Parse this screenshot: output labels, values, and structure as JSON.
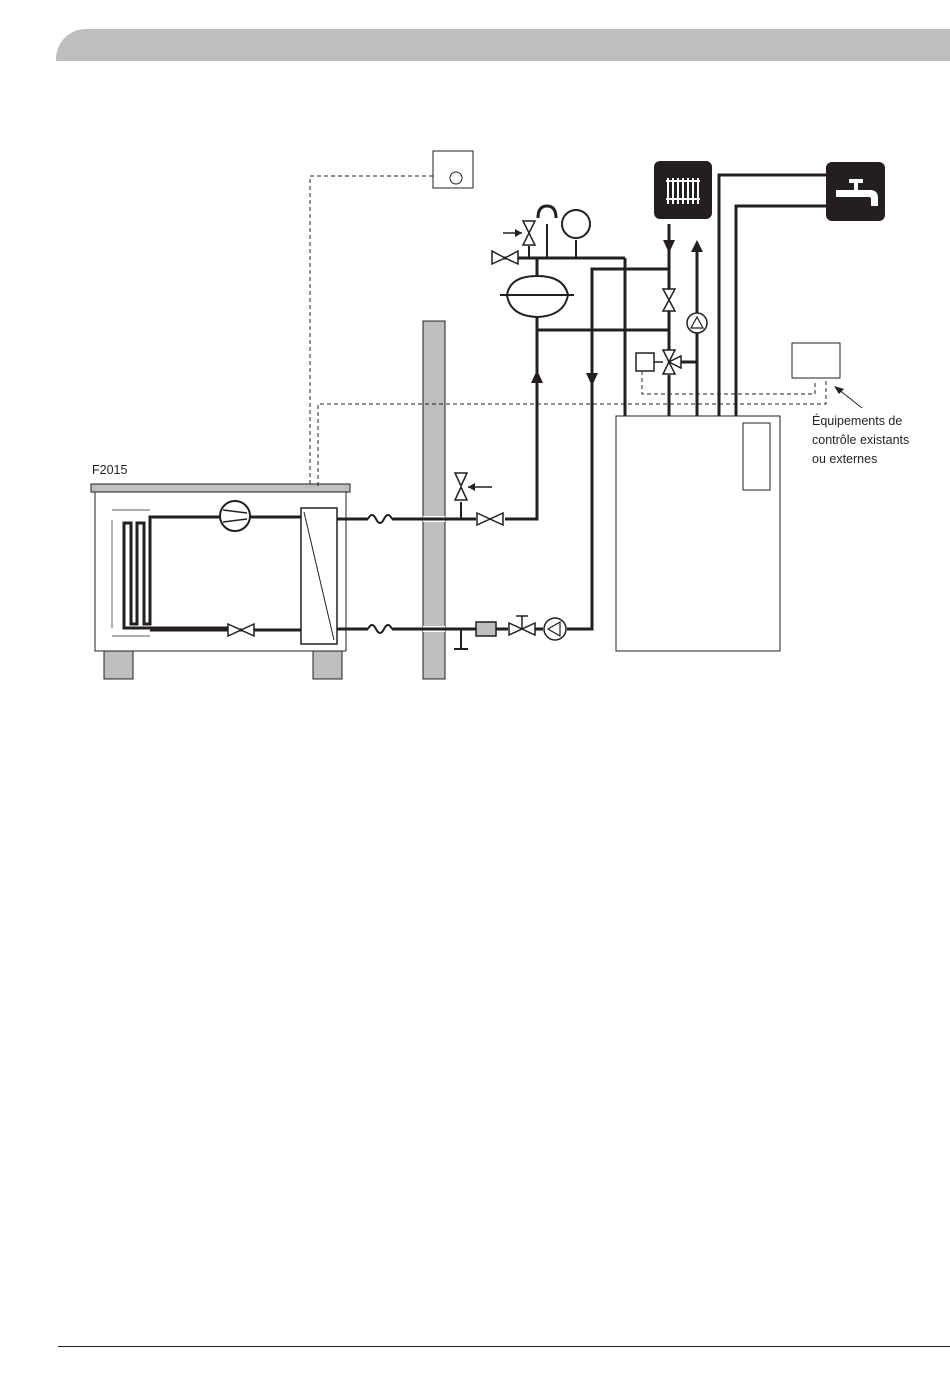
{
  "unit_label": "F2015",
  "external_equipment": {
    "label_line1": "Équipements de",
    "label_line2": "contrôle existants",
    "label_line3": "ou externes"
  },
  "icons": {
    "heating": "radiator-icon",
    "hot_water": "tap-icon",
    "outdoor_sensor": "outdoor-sensor-icon"
  },
  "colors": {
    "pipe": "#231f20",
    "wall": "#bcbec0",
    "header": "#bcbec0",
    "icon_box": "#231f20"
  }
}
